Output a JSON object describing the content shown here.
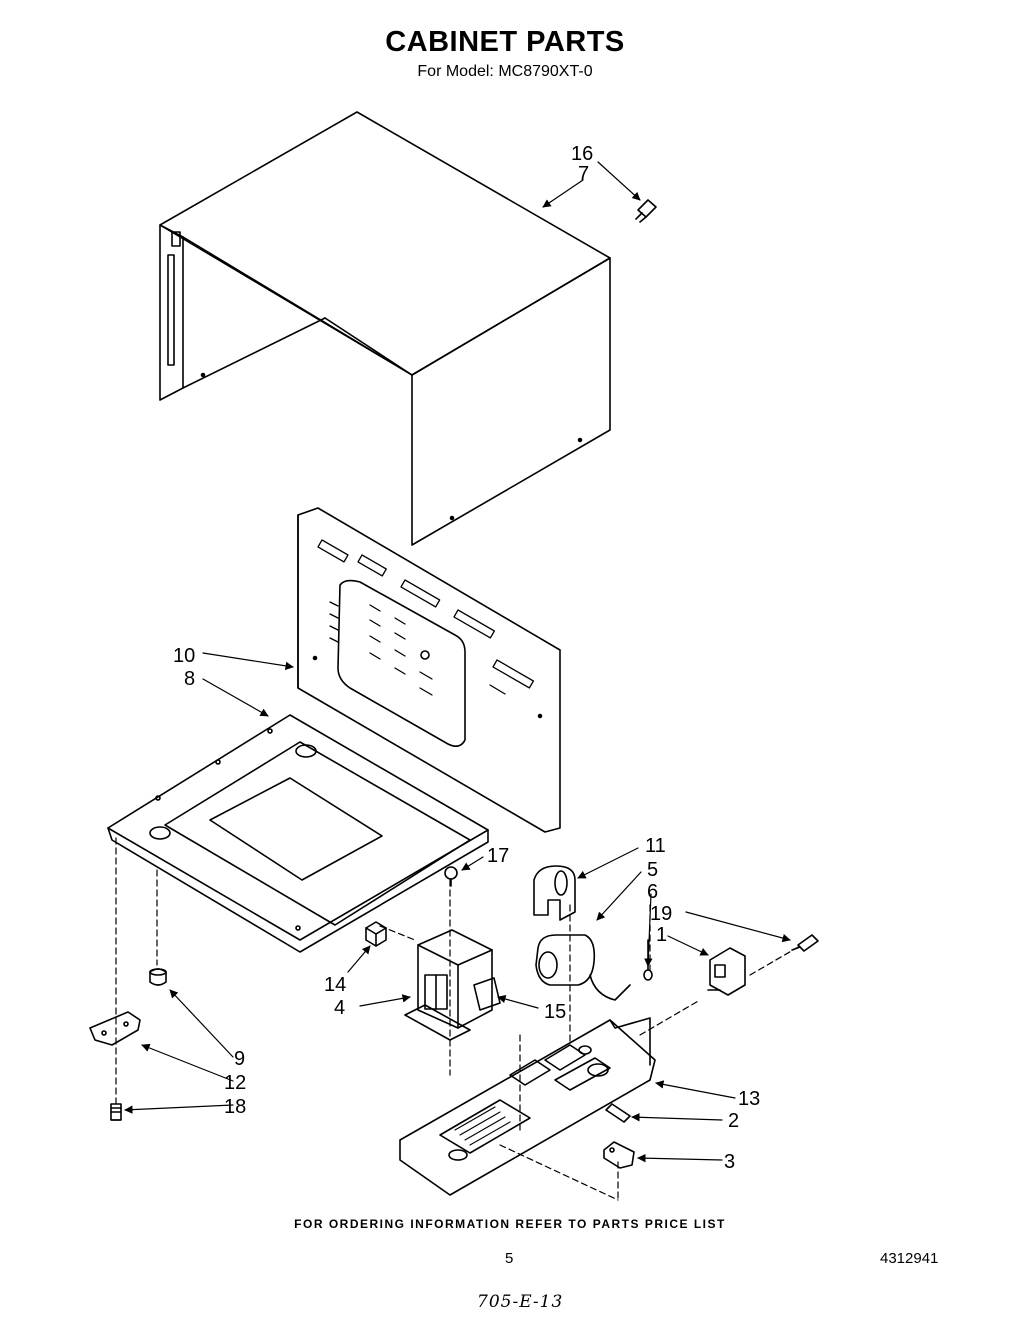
{
  "header": {
    "title": "CABINET PARTS",
    "subtitle": "For Model: MC8790XT-0"
  },
  "callouts": {
    "c16": "16",
    "c7": "7",
    "c10": "10",
    "c8": "8",
    "c17": "17",
    "c11": "11",
    "c5": "5",
    "c6": "6",
    "c19": "19",
    "c1": "1",
    "c14": "14",
    "c4": "4",
    "c15": "15",
    "c9": "9",
    "c12": "12",
    "c18": "18",
    "c13": "13",
    "c2": "2",
    "c3": "3"
  },
  "footer": {
    "note": "FOR ORDERING INFORMATION REFER TO PARTS PRICE LIST",
    "page_number": "5",
    "document_number": "4312941",
    "handwritten_code": "705-E-13"
  }
}
